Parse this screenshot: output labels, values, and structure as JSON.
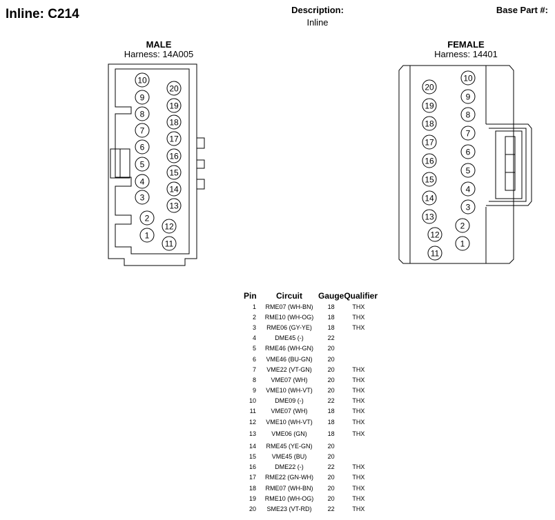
{
  "header": {
    "title": "Inline: C214",
    "description_label": "Description:",
    "description_value": "Inline",
    "base_part_label": "Base Part #:"
  },
  "male": {
    "title": "MALE",
    "harness": "Harness: 14A005",
    "pins": [
      "10",
      "9",
      "8",
      "7",
      "6",
      "5",
      "4",
      "3",
      "2",
      "1",
      "20",
      "19",
      "18",
      "17",
      "16",
      "15",
      "14",
      "13",
      "12",
      "11"
    ]
  },
  "female": {
    "title": "FEMALE",
    "harness": "Harness: 14401",
    "pins": [
      "20",
      "19",
      "18",
      "17",
      "16",
      "15",
      "14",
      "13",
      "12",
      "11",
      "10",
      "9",
      "8",
      "7",
      "6",
      "5",
      "4",
      "3",
      "2",
      "1"
    ]
  },
  "table": {
    "headers": {
      "pin": "Pin",
      "circuit": "Circuit",
      "gauge": "Gauge",
      "qualifier": "Qualifier"
    },
    "rows": [
      {
        "pin": "1",
        "circuit": "RME07 (WH-BN)",
        "gauge": "18",
        "qualifier": "THX"
      },
      {
        "pin": "2",
        "circuit": "RME10 (WH-OG)",
        "gauge": "18",
        "qualifier": "THX"
      },
      {
        "pin": "3",
        "circuit": "RME06 (GY-YE)",
        "gauge": "18",
        "qualifier": "THX"
      },
      {
        "pin": "4",
        "circuit": "DME45 (-)",
        "gauge": "22",
        "qualifier": ""
      },
      {
        "pin": "5",
        "circuit": "RME46 (WH-GN)",
        "gauge": "20",
        "qualifier": ""
      },
      {
        "pin": "6",
        "circuit": "VME46 (BU-GN)",
        "gauge": "20",
        "qualifier": ""
      },
      {
        "pin": "7",
        "circuit": "VME22 (VT-GN)",
        "gauge": "20",
        "qualifier": "THX"
      },
      {
        "pin": "8",
        "circuit": "VME07 (WH)",
        "gauge": "20",
        "qualifier": "THX"
      },
      {
        "pin": "9",
        "circuit": "VME10 (WH-VT)",
        "gauge": "20",
        "qualifier": "THX"
      },
      {
        "pin": "10",
        "circuit": "DME09 (-)",
        "gauge": "22",
        "qualifier": "THX"
      },
      {
        "pin": "11",
        "circuit": "VME07 (WH)",
        "gauge": "18",
        "qualifier": "THX"
      },
      {
        "pin": "12",
        "circuit": "VME10 (WH-VT)",
        "gauge": "18",
        "qualifier": "THX"
      },
      {
        "pin": "13",
        "circuit": "VME06 (GN)",
        "gauge": "18",
        "qualifier": "THX"
      },
      {
        "pin": "14",
        "circuit": "RME45 (YE-GN)",
        "gauge": "20",
        "qualifier": ""
      },
      {
        "pin": "15",
        "circuit": "VME45 (BU)",
        "gauge": "20",
        "qualifier": ""
      },
      {
        "pin": "16",
        "circuit": "DME22 (-)",
        "gauge": "22",
        "qualifier": "THX"
      },
      {
        "pin": "17",
        "circuit": "RME22 (GN-WH)",
        "gauge": "20",
        "qualifier": "THX"
      },
      {
        "pin": "18",
        "circuit": "RME07 (WH-BN)",
        "gauge": "20",
        "qualifier": "THX"
      },
      {
        "pin": "19",
        "circuit": "RME10 (WH-OG)",
        "gauge": "20",
        "qualifier": "THX"
      },
      {
        "pin": "20",
        "circuit": "SME23 (VT-RD)",
        "gauge": "22",
        "qualifier": "THX"
      }
    ]
  }
}
